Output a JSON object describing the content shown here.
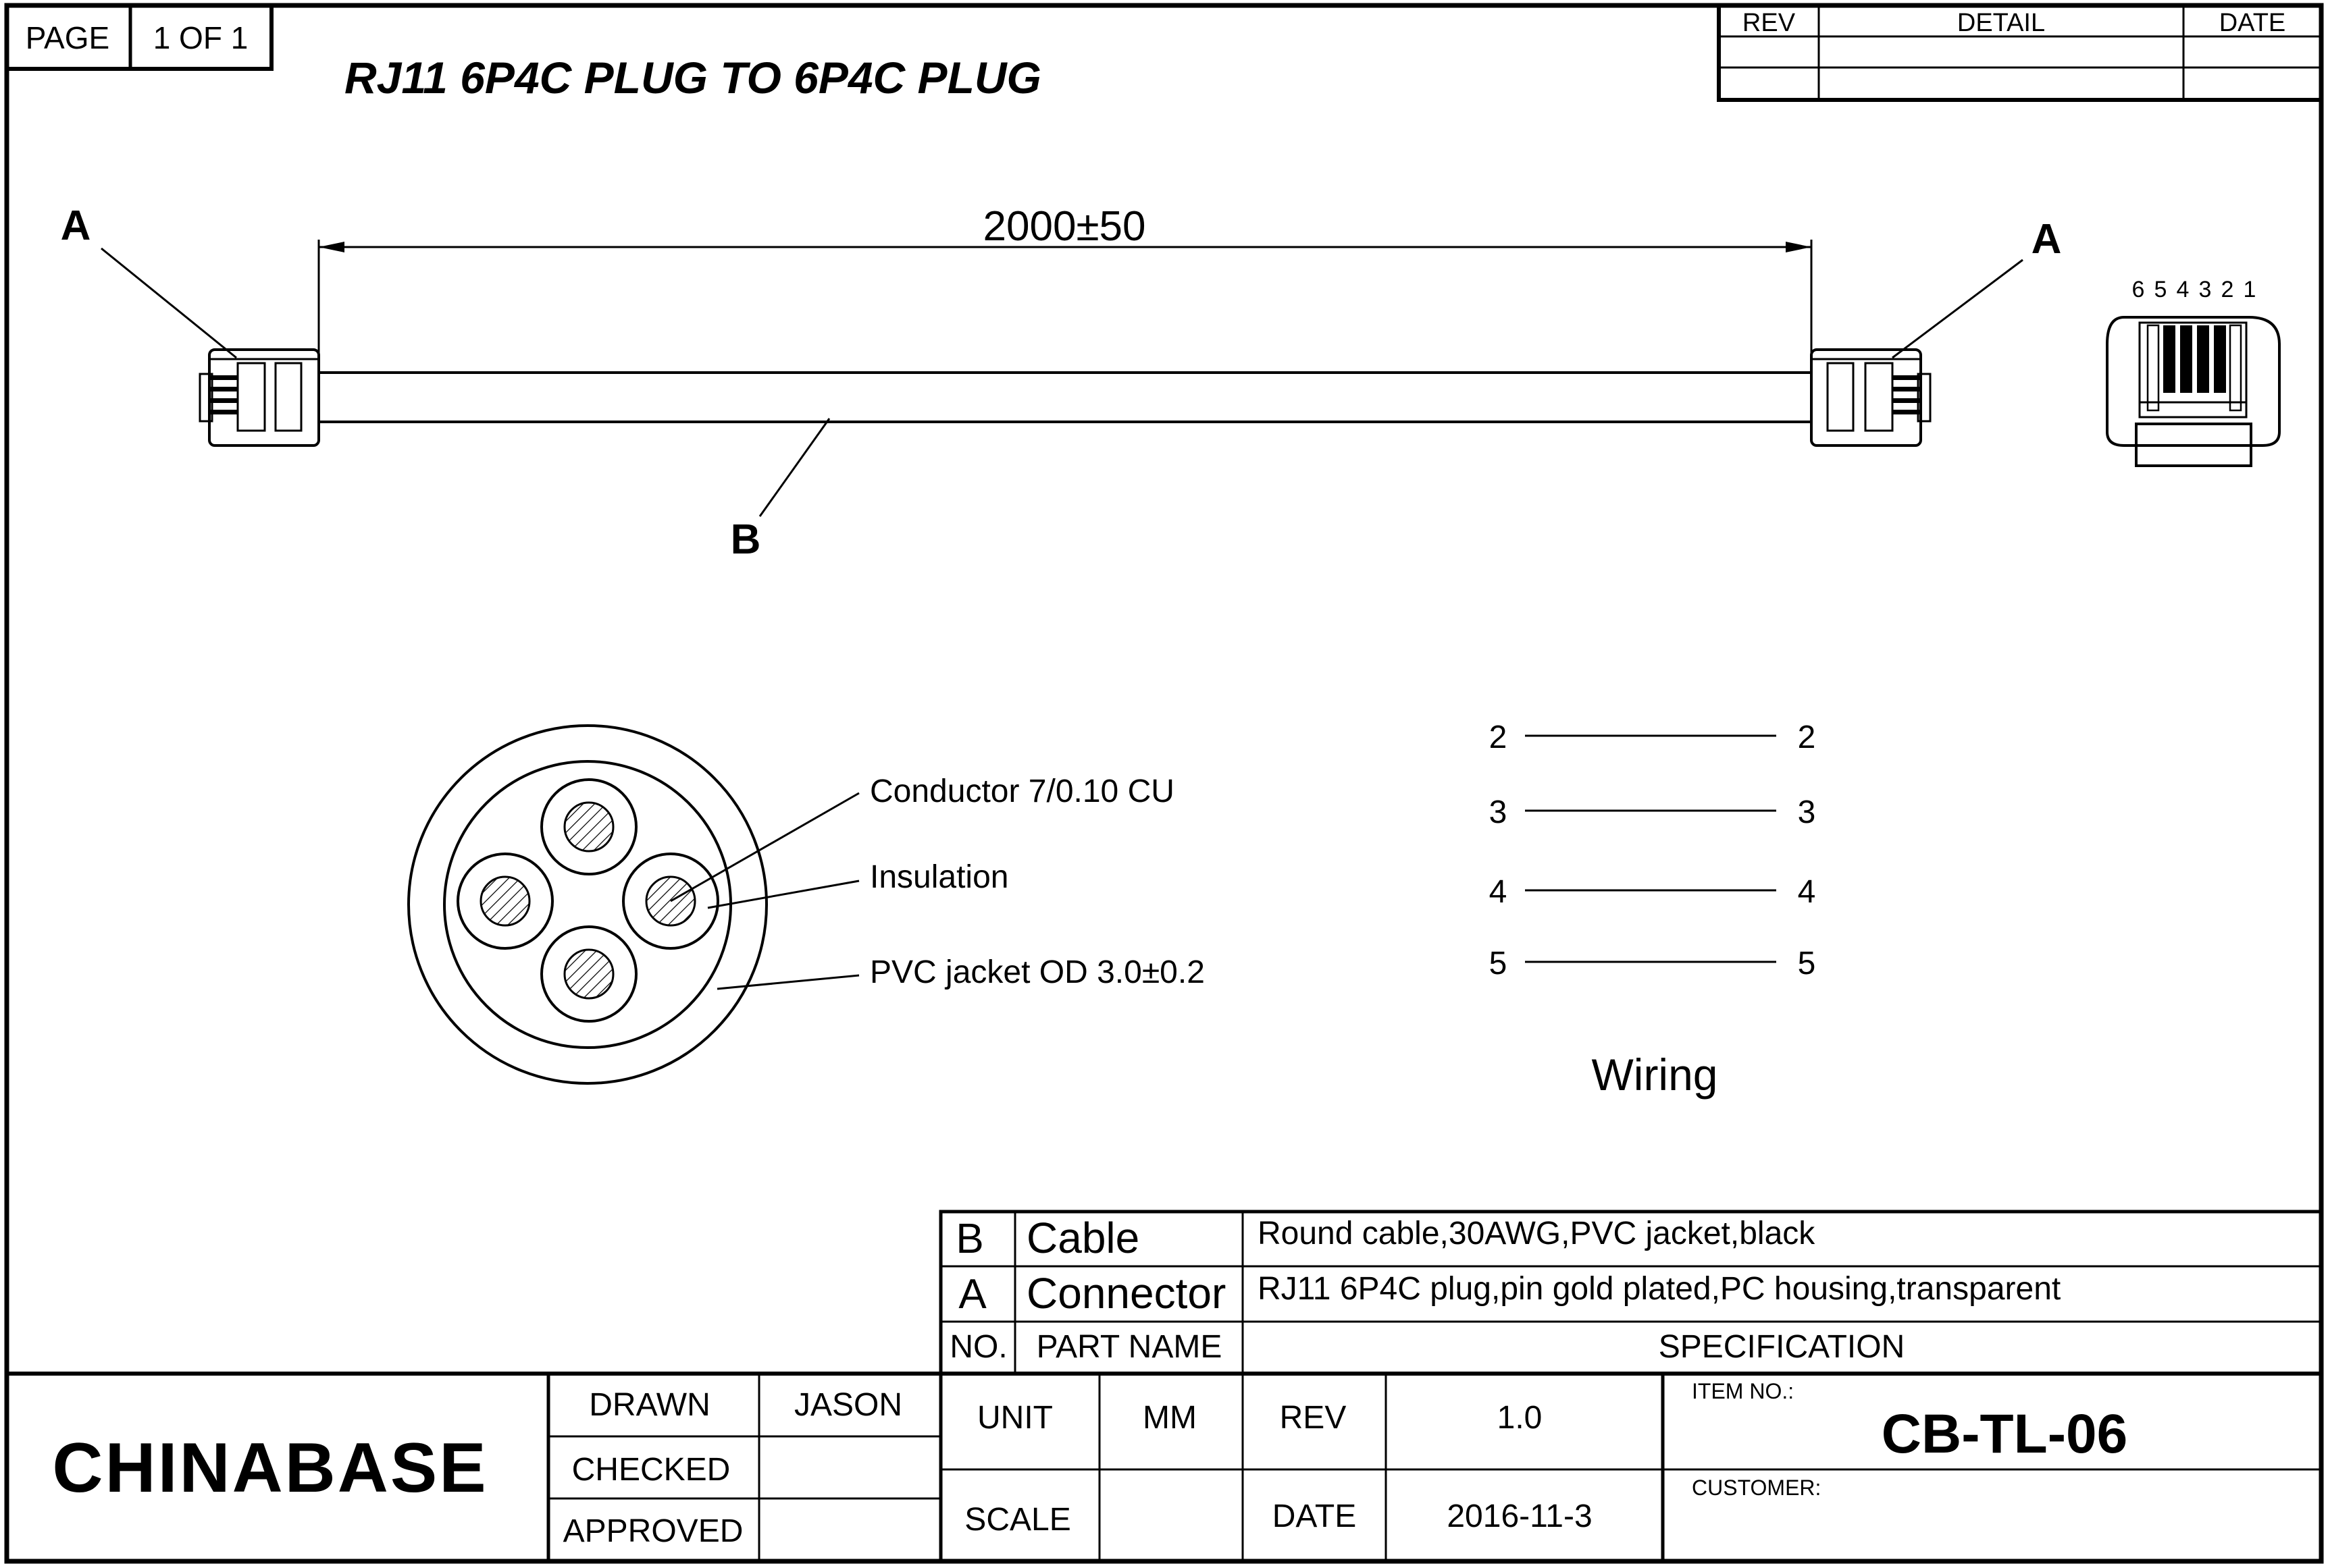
{
  "page_box": {
    "page_label": "PAGE",
    "page_value": "1 OF 1"
  },
  "title": "RJ11 6P4C PLUG TO 6P4C PLUG",
  "revision_table": {
    "rev_header": "REV",
    "detail_header": "DETAIL",
    "date_header": "DATE"
  },
  "drawing": {
    "length_dimension": "2000±50",
    "label_a_left": "A",
    "label_a_right": "A",
    "label_b": "B",
    "pin_numbers": [
      "6",
      "5",
      "4",
      "3",
      "2",
      "1"
    ]
  },
  "cross_section": {
    "conductor_label": "Conductor 7/0.10 CU",
    "insulation_label": "Insulation",
    "jacket_label": "PVC jacket OD 3.0±0.2"
  },
  "wiring": {
    "title": "Wiring",
    "pairs": [
      {
        "left": "2",
        "right": "2"
      },
      {
        "left": "3",
        "right": "3"
      },
      {
        "left": "4",
        "right": "4"
      },
      {
        "left": "5",
        "right": "5"
      }
    ]
  },
  "bom": {
    "rows": [
      {
        "no": "B",
        "part": "Cable",
        "spec": "Round cable,30AWG,PVC jacket,black"
      },
      {
        "no": "A",
        "part": "Connector",
        "spec": "RJ11 6P4C plug,pin gold plated,PC housing,transparent"
      }
    ],
    "header": {
      "no": "NO.",
      "part": "PART NAME",
      "spec": "SPECIFICATION"
    }
  },
  "title_block": {
    "company": "CHINABASE",
    "drawn_label": "DRAWN",
    "drawn_value": "JASON",
    "checked_label": "CHECKED",
    "checked_value": "",
    "approved_label": "APPROVED",
    "approved_value": "",
    "unit_label": "UNIT",
    "unit_value": "MM",
    "scale_label": "SCALE",
    "scale_value": "",
    "rev_label": "REV",
    "rev_value": "1.0",
    "date_label": "DATE",
    "date_value": "2016-11-3",
    "item_no_label": "ITEM NO.:",
    "item_no_value": "CB-TL-06",
    "customer_label": "CUSTOMER:",
    "customer_value": ""
  }
}
